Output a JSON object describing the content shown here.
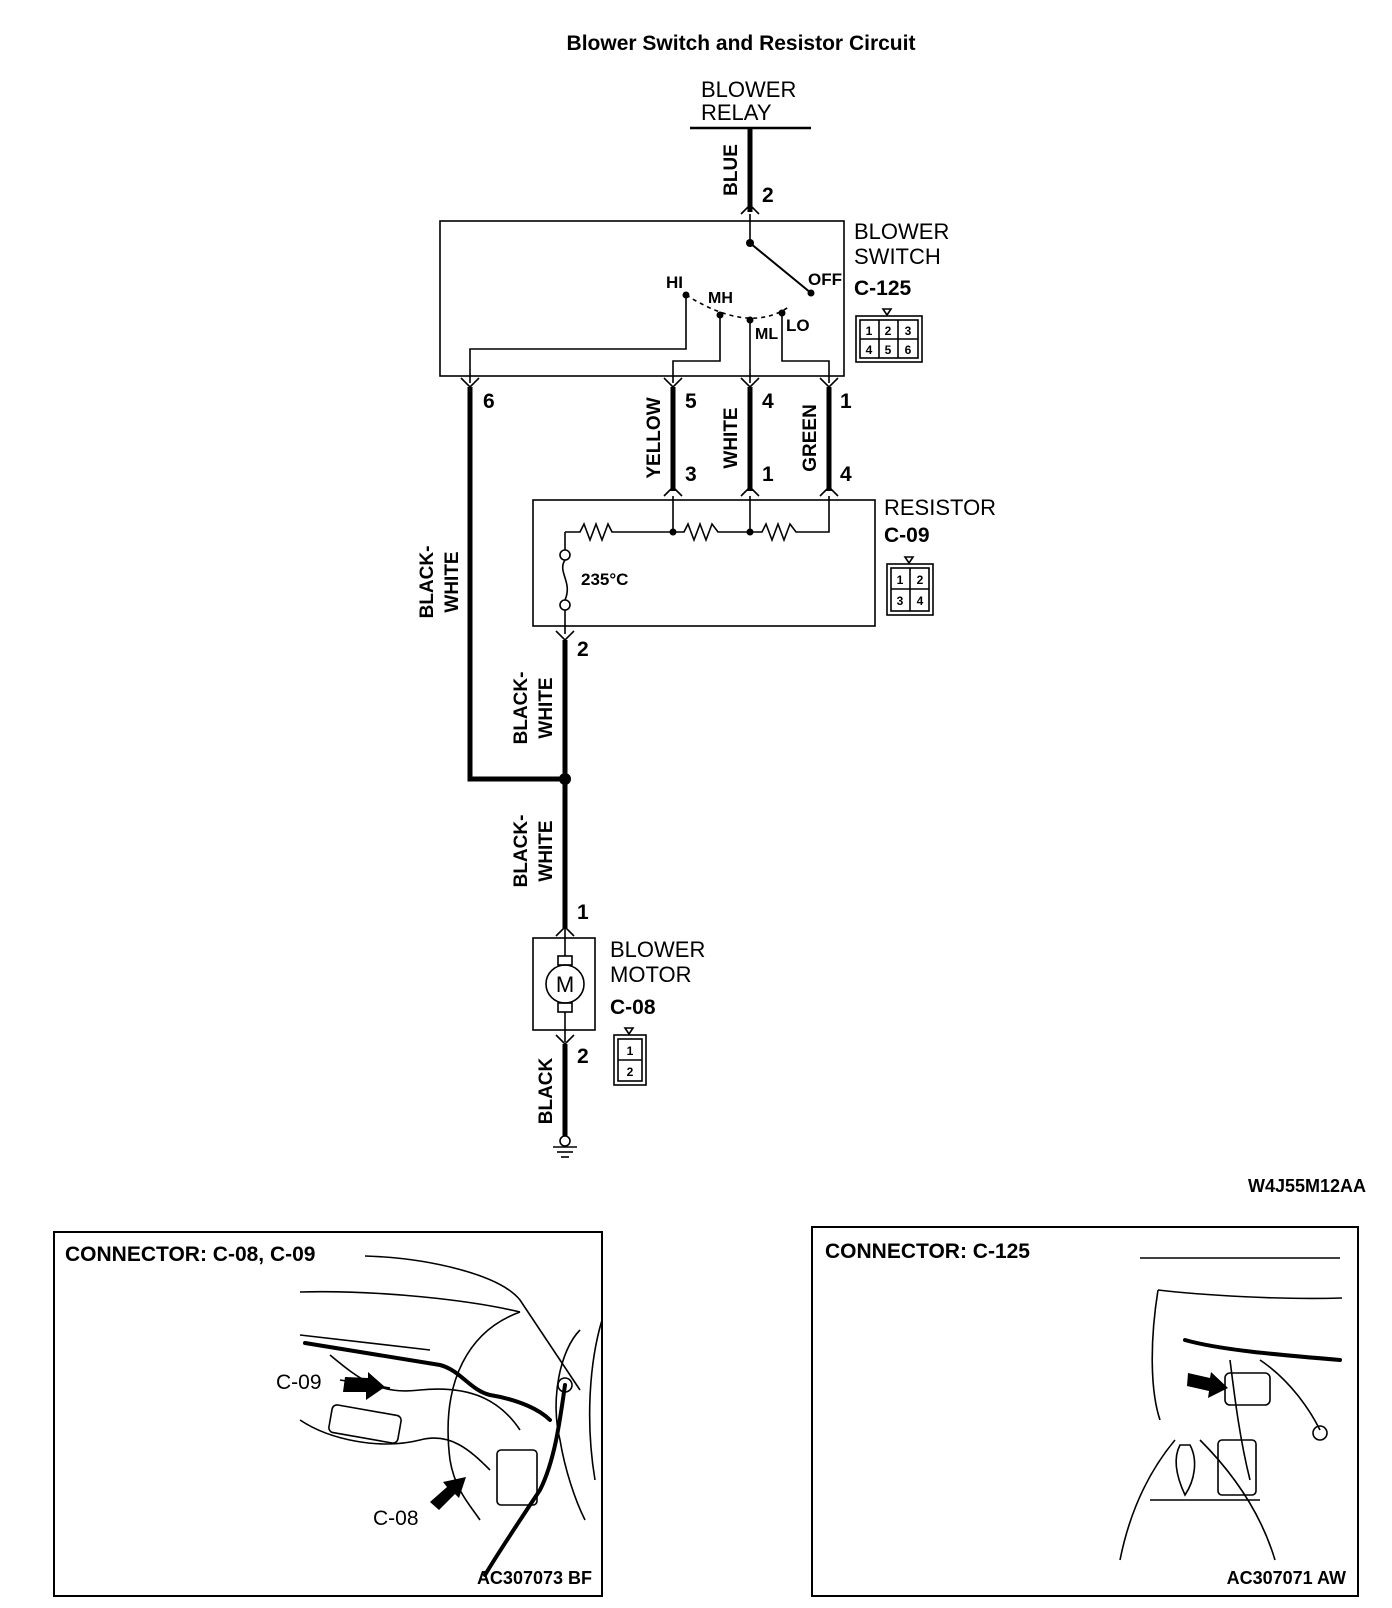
{
  "title": "Blower Switch and Resistor Circuit",
  "components": {
    "relay": {
      "line1": "BLOWER",
      "line2": "RELAY"
    },
    "blower_switch": {
      "line1": "BLOWER",
      "line2": "SWITCH",
      "connector": "C-125",
      "connector_pins": [
        "1",
        "2",
        "3",
        "4",
        "5",
        "6"
      ]
    },
    "resistor": {
      "line1": "RESISTOR",
      "connector": "C-09",
      "connector_pins": [
        "1",
        "2",
        "3",
        "4"
      ],
      "fuse_temp": "235°C"
    },
    "blower_motor": {
      "line1": "BLOWER",
      "line2": "MOTOR",
      "connector": "C-08",
      "connector_pins": [
        "1",
        "2"
      ],
      "symbol": "M"
    }
  },
  "switch_positions": [
    "HI",
    "MH",
    "ML",
    "LO",
    "OFF"
  ],
  "wires": {
    "blue": "BLUE",
    "yellow": "YELLOW",
    "white": "WHITE",
    "green": "GREEN",
    "black_white_1": "BLACK-",
    "black_white_2": "WHITE",
    "black": "BLACK"
  },
  "pins": {
    "relay_out": "2",
    "sw_6": "6",
    "sw_5": "5",
    "sw_4": "4",
    "sw_1": "1",
    "res_3": "3",
    "res_1": "1",
    "res_4": "4",
    "res_2": "2",
    "motor_1": "1",
    "motor_2": "2"
  },
  "diagram_code": "W4J55M12AA",
  "connector_panels": [
    {
      "title": "CONNECTOR: C-08, C-09",
      "callouts": [
        "C-09",
        "C-08"
      ],
      "code": "AC307073 BF"
    },
    {
      "title": "CONNECTOR: C-125",
      "code": "AC307071 AW"
    }
  ]
}
